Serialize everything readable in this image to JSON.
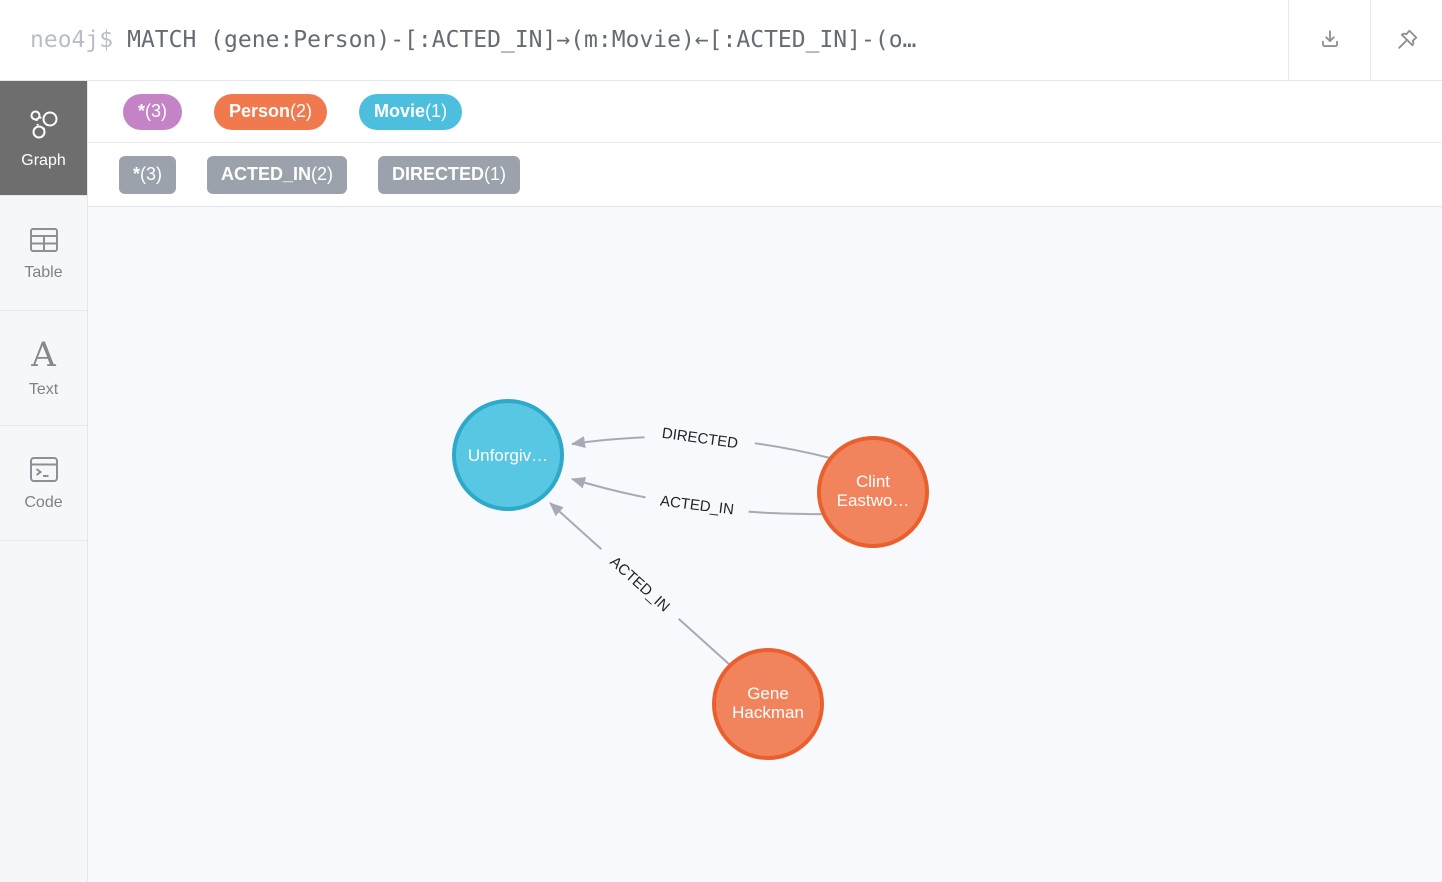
{
  "topbar": {
    "prompt": "neo4j$",
    "query": "MATCH (gene:Person)-[:ACTED_IN]→(m:Movie)←[:ACTED_IN]-(o…"
  },
  "sidebar": {
    "tabs": [
      {
        "label": "Graph",
        "active": true
      },
      {
        "label": "Table",
        "active": false
      },
      {
        "label": "Text",
        "active": false
      },
      {
        "label": "Code",
        "active": false
      }
    ]
  },
  "overview": {
    "node_labels": [
      {
        "name": "*",
        "count": "(3)",
        "color": "#C483C5"
      },
      {
        "name": "Person",
        "count": "(2)",
        "color": "#F0794E"
      },
      {
        "name": "Movie",
        "count": "(1)",
        "color": "#4CBEDE"
      }
    ],
    "rel_types": [
      {
        "name": "*",
        "count": "(3)",
        "color": "#9CA2AC"
      },
      {
        "name": "ACTED_IN",
        "count": "(2)",
        "color": "#9CA2AC"
      },
      {
        "name": "DIRECTED",
        "count": "(1)",
        "color": "#9CA2AC"
      }
    ]
  },
  "graph": {
    "nodes": [
      {
        "id": "unforgiven",
        "type": "Movie",
        "line1": "Unforgiv…",
        "line2": ""
      },
      {
        "id": "clint-eastwood",
        "type": "Person",
        "line1": "Clint",
        "line2": "Eastwo…"
      },
      {
        "id": "gene-hackman",
        "type": "Person",
        "line1": "Gene",
        "line2": "Hackman"
      }
    ],
    "edges": [
      {
        "label": "DIRECTED",
        "from": "clint-eastwood",
        "to": "unforgiven"
      },
      {
        "label": "ACTED_IN",
        "from": "clint-eastwood",
        "to": "unforgiven"
      },
      {
        "label": "ACTED_IN",
        "from": "gene-hackman",
        "to": "unforgiven"
      }
    ]
  },
  "colors": {
    "movie_fill": "#57C7E3",
    "movie_stroke": "#2FA9CA",
    "person_fill": "#F2845D",
    "person_stroke": "#E9602E",
    "edge": "#A5ABB6",
    "edge_label": "#1F2328",
    "canvas_bg": "#F8F9FC",
    "active_tab_bg": "#6E6E6E"
  }
}
